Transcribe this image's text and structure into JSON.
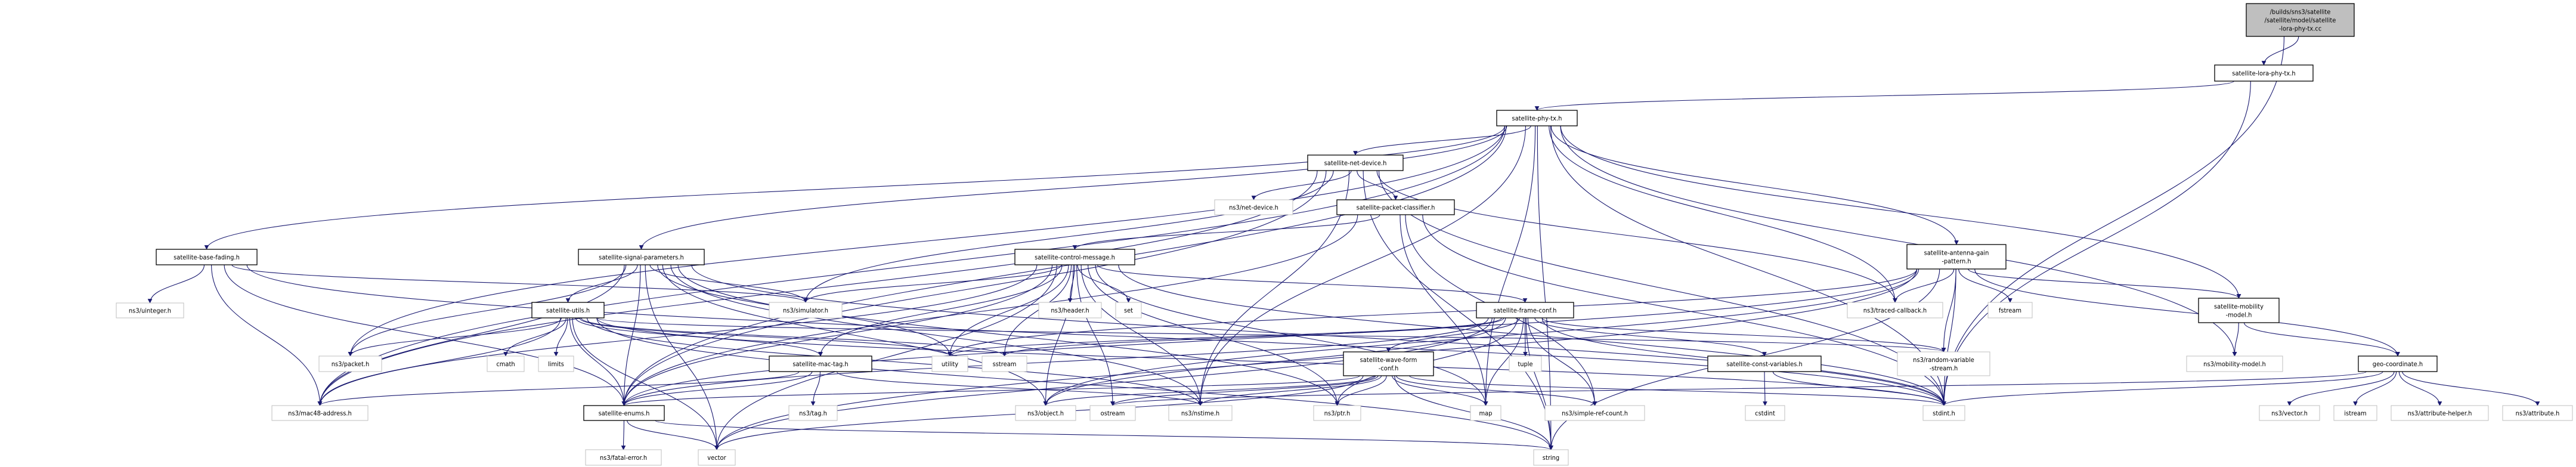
{
  "graph": {
    "type": "include-dependency-graph",
    "colors": {
      "edge": "#191970",
      "root_fill": "#bfbfbf",
      "root_border": "#000000",
      "internal_border": "#000000",
      "external_border": "#bfbfbf",
      "fill": "#ffffff"
    },
    "nodes": [
      {
        "lines": [
          "/builds/sns3/satellite",
          "/satellite/model/satellite",
          "-lora-phy-tx.cc"
        ],
        "kind": "root"
      },
      {
        "lines": [
          "satellite-lora-phy-tx.h"
        ],
        "kind": "internal"
      },
      {
        "lines": [
          "satellite-phy-tx.h"
        ],
        "kind": "internal"
      },
      {
        "lines": [
          "satellite-net-device.h"
        ],
        "kind": "internal"
      },
      {
        "lines": [
          "ns3/net-device.h"
        ],
        "kind": "external"
      },
      {
        "lines": [
          "satellite-packet-classifier.h"
        ],
        "kind": "internal"
      },
      {
        "lines": [
          "satellite-control-message.h"
        ],
        "kind": "internal"
      },
      {
        "lines": [
          "satellite-base-fading.h"
        ],
        "kind": "internal"
      },
      {
        "lines": [
          "satellite-signal-parameters.h"
        ],
        "kind": "internal"
      },
      {
        "lines": [
          "satellite-antenna-gain",
          "-pattern.h"
        ],
        "kind": "internal"
      },
      {
        "lines": [
          "ns3/uinteger.h"
        ],
        "kind": "external"
      },
      {
        "lines": [
          "satellite-utils.h"
        ],
        "kind": "internal"
      },
      {
        "lines": [
          "ns3/simulator.h"
        ],
        "kind": "external"
      },
      {
        "lines": [
          "ns3/header.h"
        ],
        "kind": "external"
      },
      {
        "lines": [
          "set"
        ],
        "kind": "external"
      },
      {
        "lines": [
          "satellite-frame-conf.h"
        ],
        "kind": "internal"
      },
      {
        "lines": [
          "ns3/traced-callback.h"
        ],
        "kind": "external"
      },
      {
        "lines": [
          "fstream"
        ],
        "kind": "external"
      },
      {
        "lines": [
          "satellite-mobility",
          "-model.h"
        ],
        "kind": "internal"
      },
      {
        "lines": [
          "ns3/packet.h"
        ],
        "kind": "external"
      },
      {
        "lines": [
          "cmath"
        ],
        "kind": "external"
      },
      {
        "lines": [
          "limits"
        ],
        "kind": "external"
      },
      {
        "lines": [
          "satellite-mac-tag.h"
        ],
        "kind": "internal"
      },
      {
        "lines": [
          "utility"
        ],
        "kind": "external"
      },
      {
        "lines": [
          "sstream"
        ],
        "kind": "external"
      },
      {
        "lines": [
          "satellite-wave-form",
          "-conf.h"
        ],
        "kind": "internal"
      },
      {
        "lines": [
          "tuple"
        ],
        "kind": "external"
      },
      {
        "lines": [
          "satellite-const-variables.h"
        ],
        "kind": "internal"
      },
      {
        "lines": [
          "ns3/random-variable",
          "-stream.h"
        ],
        "kind": "external"
      },
      {
        "lines": [
          "ns3/mobility-model.h"
        ],
        "kind": "external"
      },
      {
        "lines": [
          "geo-coordinate.h"
        ],
        "kind": "internal"
      },
      {
        "lines": [
          "ns3/mac48-address.h"
        ],
        "kind": "external"
      },
      {
        "lines": [
          "satellite-enums.h"
        ],
        "kind": "internal"
      },
      {
        "lines": [
          "ns3/tag.h"
        ],
        "kind": "external"
      },
      {
        "lines": [
          "ns3/object.h"
        ],
        "kind": "external"
      },
      {
        "lines": [
          "ostream"
        ],
        "kind": "external"
      },
      {
        "lines": [
          "ns3/nstime.h"
        ],
        "kind": "external"
      },
      {
        "lines": [
          "ns3/ptr.h"
        ],
        "kind": "external"
      },
      {
        "lines": [
          "map"
        ],
        "kind": "external"
      },
      {
        "lines": [
          "ns3/simple-ref-count.h"
        ],
        "kind": "external"
      },
      {
        "lines": [
          "cstdint"
        ],
        "kind": "external"
      },
      {
        "lines": [
          "stdint.h"
        ],
        "kind": "external"
      },
      {
        "lines": [
          "ns3/vector.h"
        ],
        "kind": "external"
      },
      {
        "lines": [
          "istream"
        ],
        "kind": "external"
      },
      {
        "lines": [
          "ns3/attribute-helper.h"
        ],
        "kind": "external"
      },
      {
        "lines": [
          "ns3/attribute.h"
        ],
        "kind": "external"
      },
      {
        "lines": [
          "ns3/fatal-error.h"
        ],
        "kind": "external"
      },
      {
        "lines": [
          "vector"
        ],
        "kind": "external"
      },
      {
        "lines": [
          "string"
        ],
        "kind": "external"
      }
    ],
    "edges": [
      [
        0,
        1
      ],
      [
        0,
        41
      ],
      [
        1,
        2
      ],
      [
        1,
        41
      ],
      [
        2,
        3
      ],
      [
        2,
        7
      ],
      [
        2,
        8
      ],
      [
        2,
        9
      ],
      [
        2,
        18
      ],
      [
        2,
        29
      ],
      [
        2,
        36
      ],
      [
        2,
        41
      ],
      [
        2,
        19
      ],
      [
        2,
        31
      ],
      [
        2,
        32
      ],
      [
        2,
        48
      ],
      [
        2,
        38
      ],
      [
        2,
        16
      ],
      [
        3,
        4
      ],
      [
        3,
        5
      ],
      [
        3,
        12
      ],
      [
        3,
        16
      ],
      [
        3,
        32
      ],
      [
        3,
        31
      ],
      [
        3,
        41
      ],
      [
        3,
        48
      ],
      [
        3,
        36
      ],
      [
        5,
        6
      ],
      [
        5,
        32
      ],
      [
        5,
        39
      ],
      [
        5,
        41
      ],
      [
        5,
        38
      ],
      [
        6,
        13
      ],
      [
        6,
        14
      ],
      [
        6,
        15
      ],
      [
        6,
        23
      ],
      [
        6,
        24
      ],
      [
        6,
        34
      ],
      [
        6,
        35
      ],
      [
        6,
        36
      ],
      [
        6,
        37
      ],
      [
        6,
        38
      ],
      [
        6,
        22
      ],
      [
        6,
        32
      ],
      [
        6,
        47
      ],
      [
        6,
        12
      ],
      [
        6,
        31
      ],
      [
        6,
        41
      ],
      [
        15,
        25
      ],
      [
        15,
        26
      ],
      [
        15,
        38
      ],
      [
        15,
        39
      ],
      [
        15,
        48
      ],
      [
        15,
        27
      ],
      [
        15,
        28
      ],
      [
        15,
        41
      ],
      [
        15,
        37
      ],
      [
        15,
        34
      ],
      [
        15,
        47
      ],
      [
        15,
        32
      ],
      [
        15,
        23
      ],
      [
        15,
        24
      ],
      [
        25,
        32
      ],
      [
        25,
        34
      ],
      [
        25,
        35
      ],
      [
        25,
        36
      ],
      [
        25,
        37
      ],
      [
        25,
        38
      ],
      [
        25,
        39
      ],
      [
        25,
        48
      ],
      [
        25,
        41
      ],
      [
        25,
        47
      ],
      [
        8,
        11
      ],
      [
        8,
        32
      ],
      [
        8,
        19
      ],
      [
        8,
        31
      ],
      [
        8,
        12
      ],
      [
        8,
        23
      ],
      [
        8,
        34
      ],
      [
        8,
        36
      ],
      [
        8,
        37
      ],
      [
        8,
        47
      ],
      [
        8,
        41
      ],
      [
        11,
        19
      ],
      [
        11,
        20
      ],
      [
        11,
        21
      ],
      [
        11,
        22
      ],
      [
        11,
        32
      ],
      [
        11,
        31
      ],
      [
        11,
        47
      ],
      [
        11,
        48
      ],
      [
        11,
        41
      ],
      [
        11,
        23
      ],
      [
        11,
        24
      ],
      [
        11,
        36
      ],
      [
        11,
        28
      ],
      [
        7,
        10
      ],
      [
        7,
        12
      ],
      [
        7,
        31
      ],
      [
        7,
        32
      ],
      [
        7,
        41
      ],
      [
        22,
        33
      ],
      [
        22,
        31
      ],
      [
        22,
        32
      ],
      [
        22,
        36
      ],
      [
        32,
        46
      ],
      [
        32,
        47
      ],
      [
        32,
        48
      ],
      [
        27,
        40
      ],
      [
        27,
        41
      ],
      [
        9,
        16
      ],
      [
        9,
        17
      ],
      [
        9,
        28
      ],
      [
        9,
        18
      ],
      [
        9,
        30
      ],
      [
        9,
        41
      ],
      [
        9,
        48
      ],
      [
        9,
        47
      ],
      [
        9,
        23
      ],
      [
        9,
        34
      ],
      [
        9,
        32
      ],
      [
        18,
        29
      ],
      [
        18,
        30
      ],
      [
        30,
        42
      ],
      [
        30,
        43
      ],
      [
        30,
        44
      ],
      [
        30,
        45
      ],
      [
        30,
        41
      ],
      [
        30,
        35
      ]
    ]
  }
}
